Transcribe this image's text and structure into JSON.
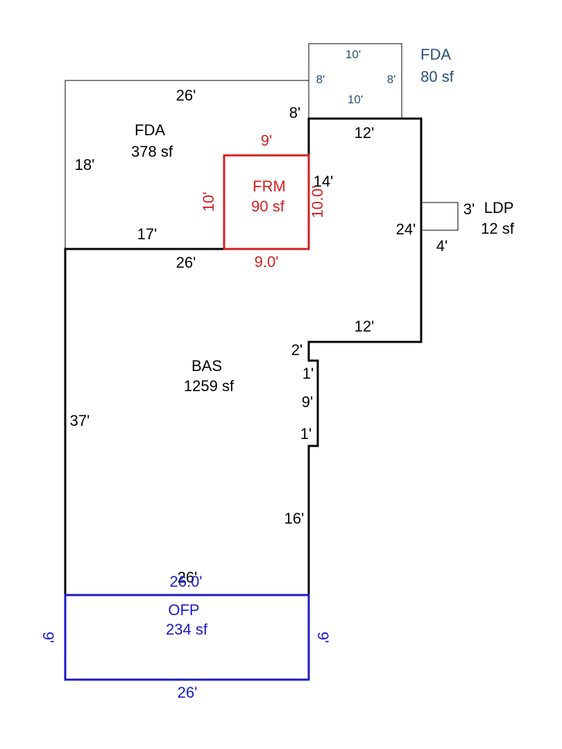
{
  "colors": {
    "outline": "#000000",
    "frm": "#d21f1f",
    "ofp": "#1a1ac8",
    "fda_small": "#2a4f7a"
  },
  "areas": {
    "fda_large": {
      "code": "FDA",
      "area": "378 sf"
    },
    "fda_small": {
      "code": "FDA",
      "area": "80 sf"
    },
    "frm": {
      "code": "FRM",
      "area": "90 sf"
    },
    "ldp": {
      "code": "LDP",
      "area": "12 sf"
    },
    "bas": {
      "code": "BAS",
      "area": "1259 sf"
    },
    "ofp": {
      "code": "OFP",
      "area": "234 sf"
    }
  },
  "dimensions": {
    "fda_small_top": "10'",
    "fda_small_left": "8'",
    "fda_small_right": "8'",
    "fda_small_bottom": "10'",
    "fda_large_top": "26'",
    "fda_large_left": "18'",
    "fda_large_step": "8'",
    "fda_large_bottom": "17'",
    "frm_top": "9'",
    "frm_left": "10'",
    "frm_right": "10.0'",
    "frm_bottom": "9.0'",
    "bas_top_right": "12'",
    "bas_right_upper": "14'",
    "bas_right_side": "24'",
    "ldp_height": "3'",
    "ldp_width": "4'",
    "bas_top_left": "26'",
    "bas_step_width": "12'",
    "bas_step_height": "2'",
    "notch_top": "1'",
    "notch_depth": "9'",
    "notch_bottom": "1'",
    "bas_left": "37'",
    "bas_lower_right": "16'",
    "bas_bottom": "26'",
    "ofp_top": "26.0'",
    "ofp_left": "9'",
    "ofp_right": "9'",
    "ofp_bottom": "26'"
  }
}
